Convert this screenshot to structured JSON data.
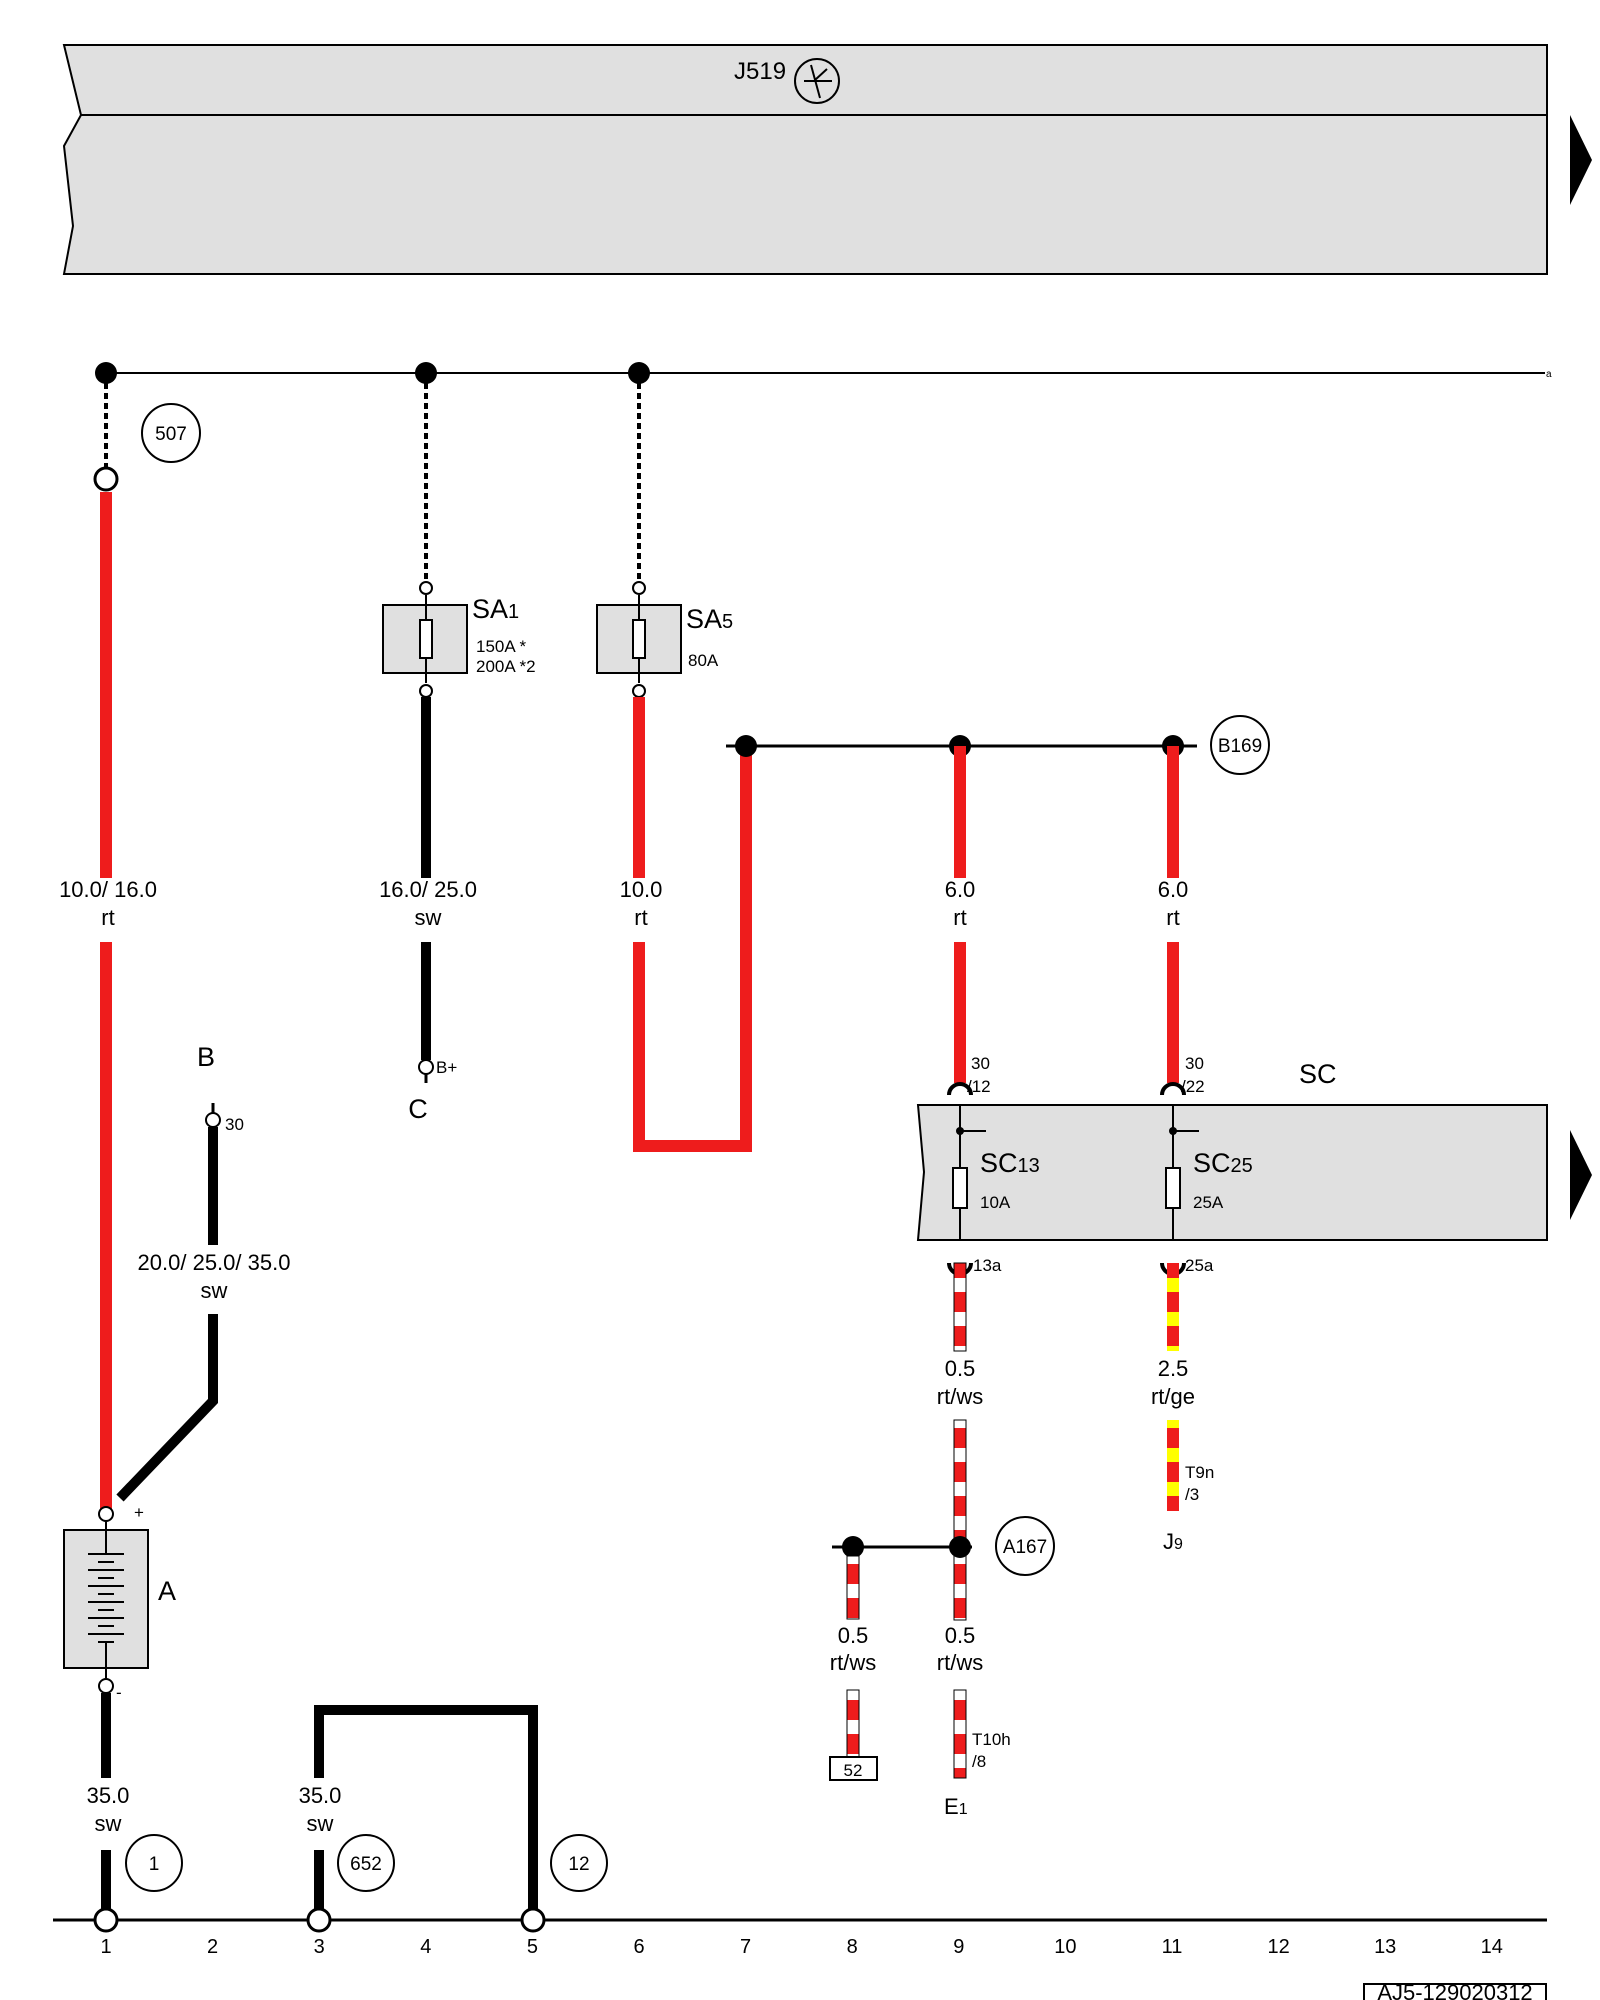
{
  "header": {
    "module_label": "J519"
  },
  "power_line_end_label": "a",
  "wires": {
    "w1": {
      "gauge": "10.0/ 16.0",
      "color": "rt"
    },
    "w4": {
      "gauge": "16.0/ 25.0",
      "color": "sw"
    },
    "w6": {
      "gauge": "10.0",
      "color": "rt"
    },
    "w9": {
      "gauge": "6.0",
      "color": "rt"
    },
    "w11": {
      "gauge": "6.0",
      "color": "rt"
    },
    "wB": {
      "gauge": "20.0/ 25.0/ 35.0",
      "color": "sw"
    },
    "w9b": {
      "gauge": "0.5",
      "color": "rt/ws"
    },
    "w11b": {
      "gauge": "2.5",
      "color": "rt/ge"
    },
    "w8c": {
      "gauge": "0.5",
      "color": "rt/ws"
    },
    "w9c": {
      "gauge": "0.5",
      "color": "rt/ws"
    },
    "w1g": {
      "gauge": "35.0",
      "color": "sw"
    },
    "w3g": {
      "gauge": "35.0",
      "color": "sw"
    }
  },
  "fuses": {
    "sa1": {
      "name": "SA",
      "sub": "1",
      "rating1": "150A",
      "mark1": "*",
      "rating2": "200A",
      "mark2": "*2"
    },
    "sa5": {
      "name": "SA",
      "sub": "5",
      "rating": "80A"
    },
    "sc13": {
      "name": "SC",
      "sub": "13",
      "rating": "10A"
    },
    "sc25": {
      "name": "SC",
      "sub": "25",
      "rating": "25A"
    }
  },
  "components": {
    "battery": {
      "label": "A",
      "plus": "+",
      "minus": "-"
    },
    "starter": {
      "label": "B",
      "terminal": "30"
    },
    "alternator": {
      "label": "C",
      "terminal": "B+"
    },
    "fuse_holder": {
      "label": "SC"
    },
    "e1": {
      "label": "E",
      "sub": "1"
    },
    "j9": {
      "label": "J",
      "sub": "9"
    }
  },
  "connectors": {
    "sc_in_13": {
      "line1": "30",
      "line2": "/12"
    },
    "sc_in_25": {
      "line1": "30",
      "line2": "/22"
    },
    "sc_out_13": "13a",
    "sc_out_25": "25a",
    "t9n": {
      "line1": "T9n",
      "line2": "/3"
    },
    "t10h": {
      "line1": "T10h",
      "line2": "/8"
    },
    "ref52": "52"
  },
  "circles": {
    "c507": "507",
    "b169": "B169",
    "a167": "A167",
    "g1": "1",
    "g652": "652",
    "g12": "12"
  },
  "ruler": [
    "1",
    "2",
    "3",
    "4",
    "5",
    "6",
    "7",
    "8",
    "9",
    "10",
    "11",
    "12",
    "13",
    "14"
  ],
  "doc_code": "AJ5-129020312",
  "colors": {
    "red": "#ee1c1c",
    "black": "#000000",
    "yellow": "#ffff00",
    "white": "#ffffff",
    "panel": "#e0e0e0"
  }
}
